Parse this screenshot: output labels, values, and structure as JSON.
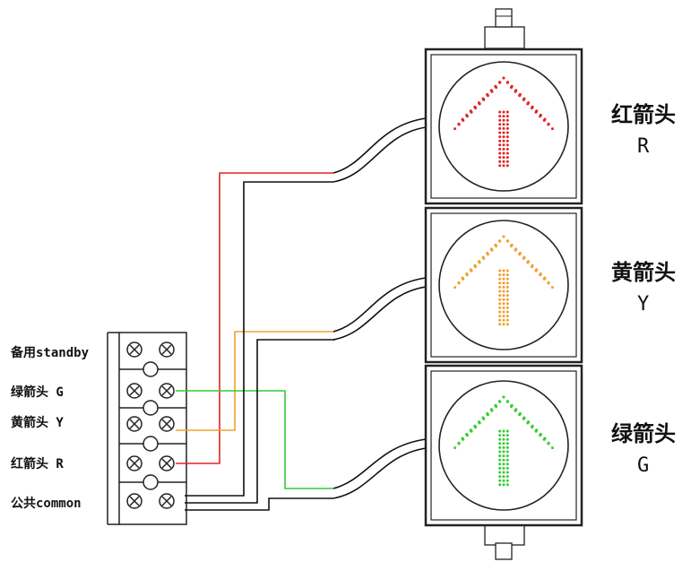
{
  "terminals": [
    {
      "id": "standby",
      "label": "备用standby"
    },
    {
      "id": "green",
      "label": "绿箭头 G"
    },
    {
      "id": "yellow",
      "label": "黄箭头 Y"
    },
    {
      "id": "red",
      "label": "红箭头 R"
    },
    {
      "id": "common",
      "label": "公共common"
    }
  ],
  "lamps": [
    {
      "id": "red",
      "name": "红箭头",
      "letter": "R",
      "color": "#e02424"
    },
    {
      "id": "yellow",
      "name": "黄箭头",
      "letter": "Y",
      "color": "#f0a030"
    },
    {
      "id": "green",
      "name": "绿箭头",
      "letter": "G",
      "color": "#33cc33"
    }
  ],
  "colors": {
    "wire_red": "#e02424",
    "wire_yellow": "#f0a030",
    "wire_green": "#33cc33",
    "wire_black": "#111111",
    "outline": "#222222"
  },
  "icons": {
    "terminal_screw": "circle-cross-icon",
    "arrow": "up-arrow-icon"
  }
}
